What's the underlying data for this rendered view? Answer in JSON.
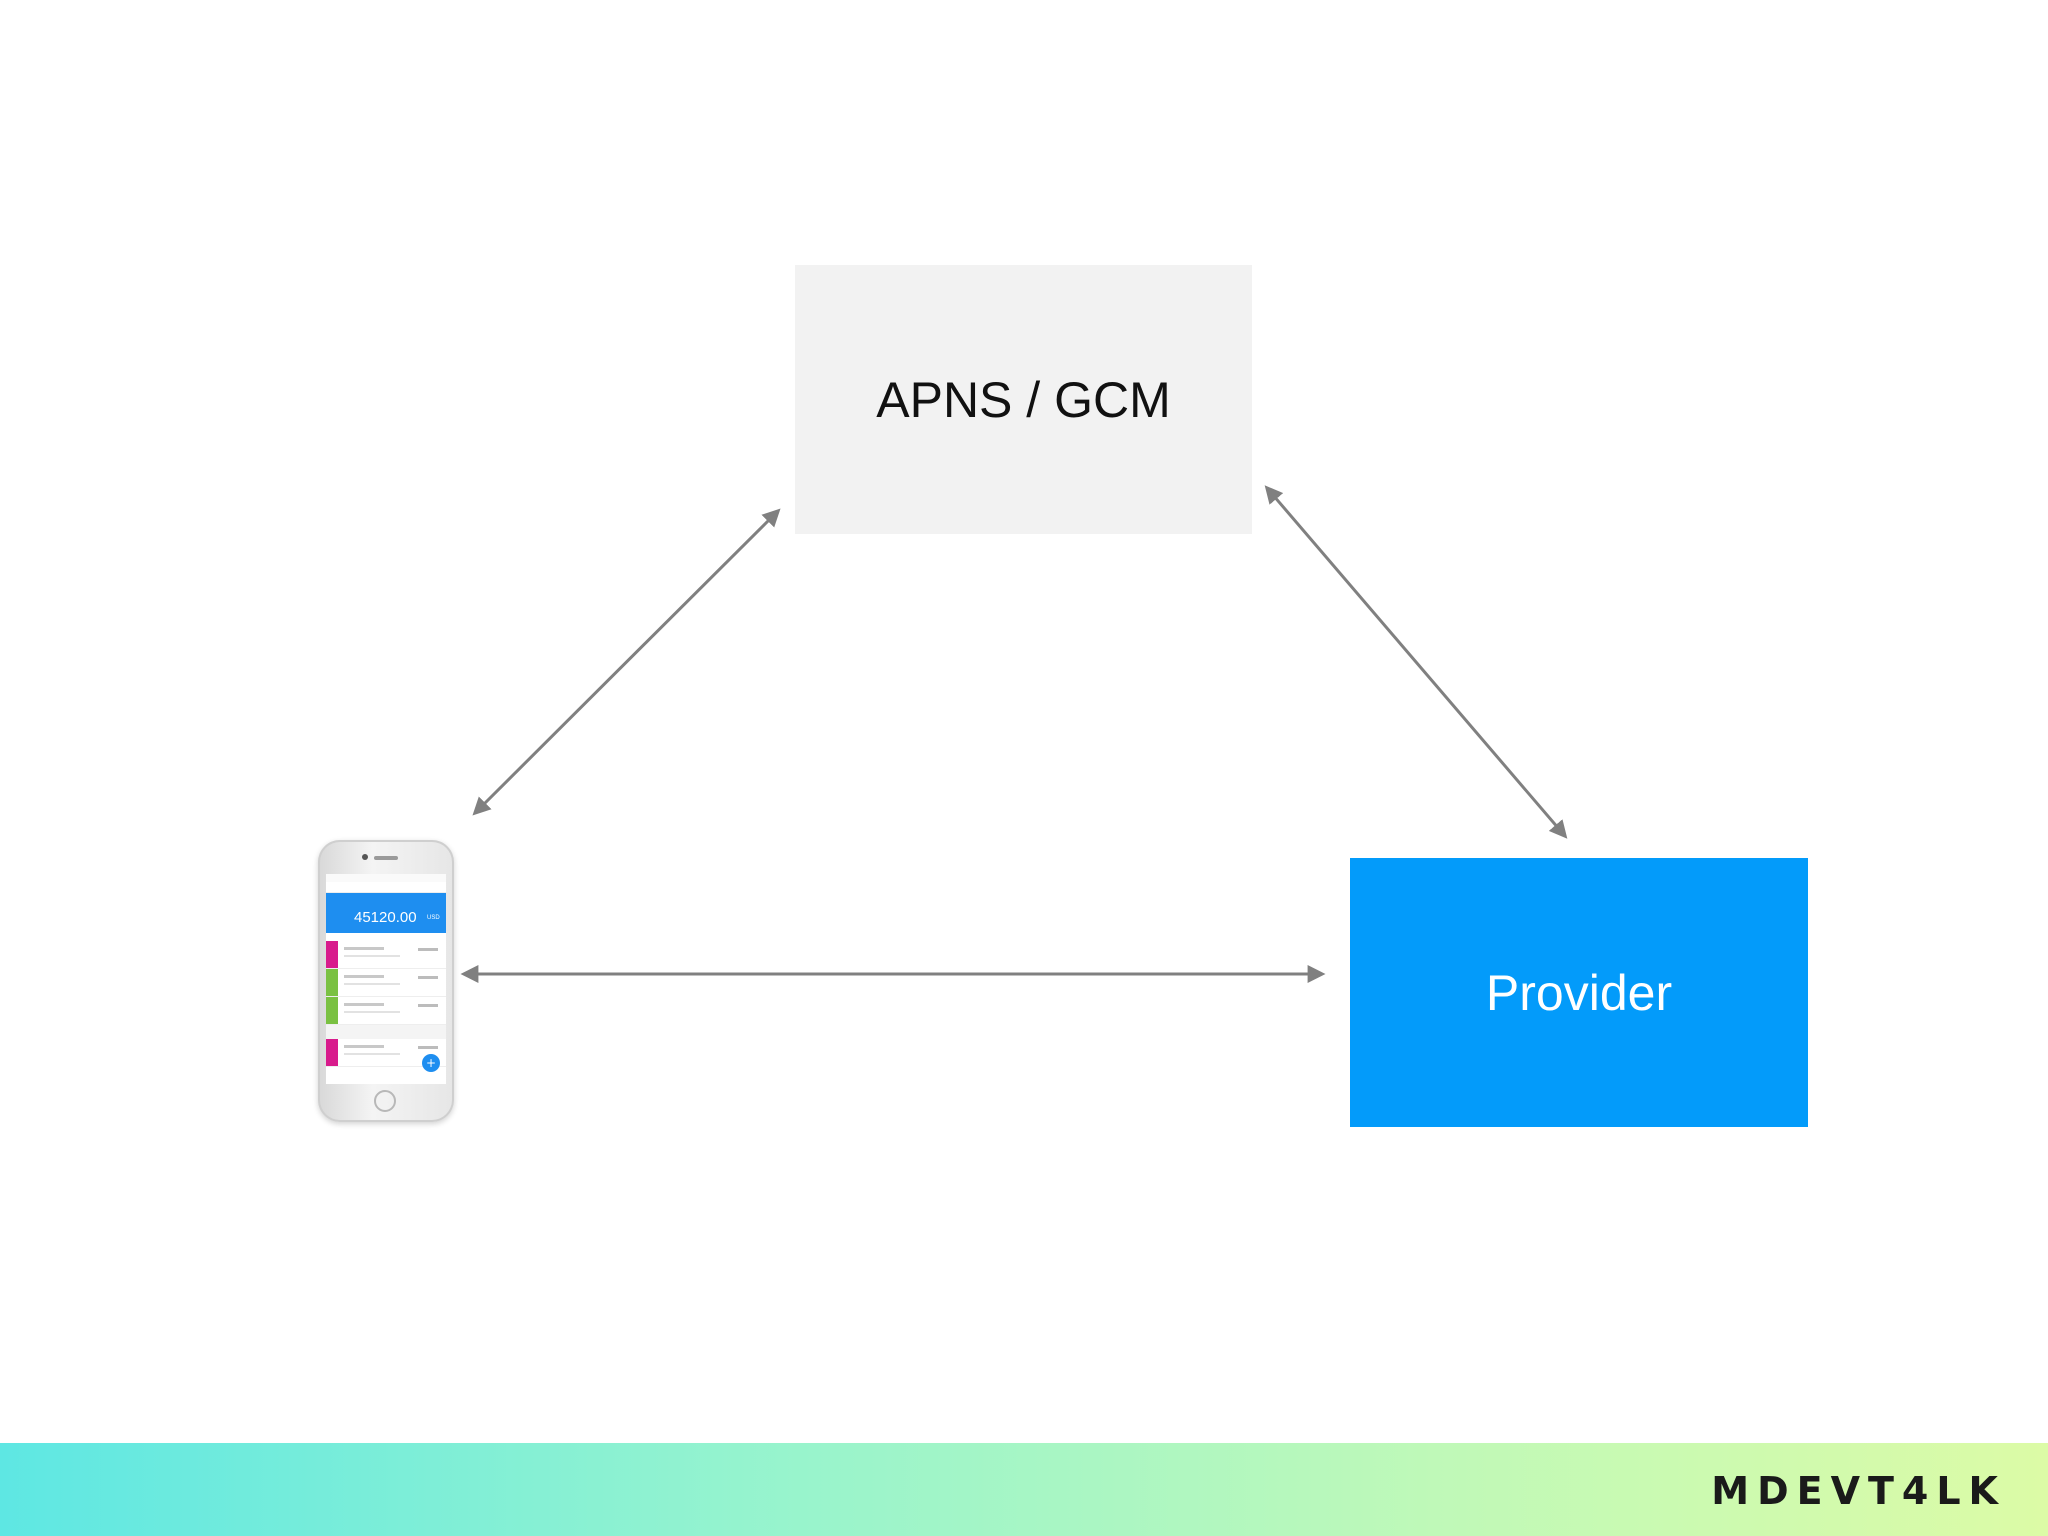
{
  "nodes": {
    "apns": {
      "label": "APNS / GCM"
    },
    "provider": {
      "label": "Provider"
    }
  },
  "phone": {
    "balance": "45120.00",
    "currency": "USD"
  },
  "footer": {
    "logo": "MDEVT4LK"
  },
  "colors": {
    "apns_fill": "#f2f2f2",
    "provider_fill": "#039bfa",
    "edge": "#808080",
    "row_accent_magenta": "#d81b8c",
    "row_accent_green": "#7ac142"
  },
  "edges": [
    {
      "from": "phone",
      "to": "apns",
      "direction": "both"
    },
    {
      "from": "apns",
      "to": "provider",
      "direction": "both"
    },
    {
      "from": "phone",
      "to": "provider",
      "direction": "both"
    }
  ]
}
